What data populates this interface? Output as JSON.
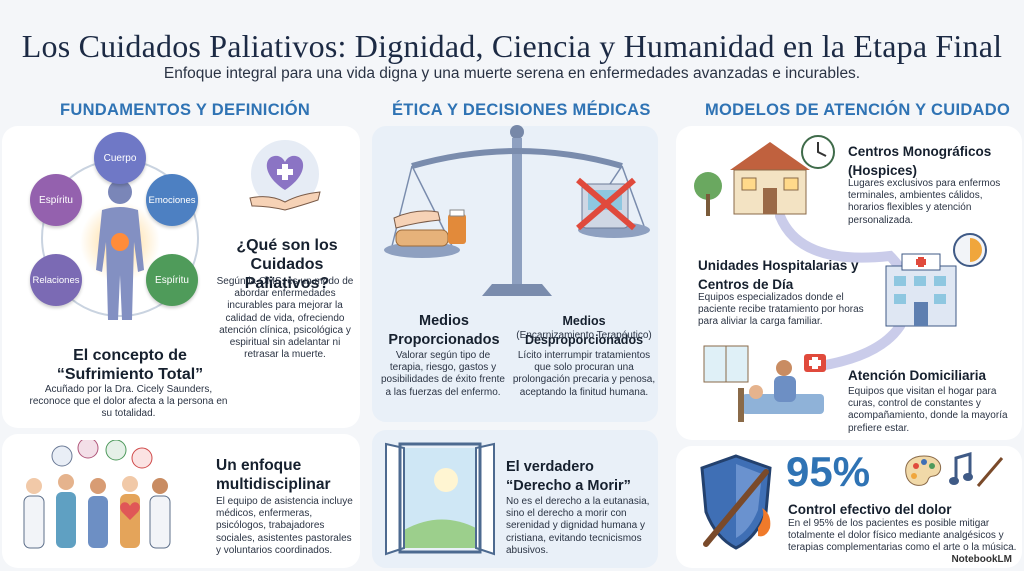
{
  "header": {
    "title": "Los Cuidados Paliativos: Dignidad, Ciencia y Humanidad en la Etapa Final",
    "subtitle": "Enfoque integral para una vida digna y una muerte serena en enfermedades avanzadas e incurables."
  },
  "left": {
    "column_title": "FUNDAMENTOS Y DEFINICIÓN",
    "circles": [
      "Cuerpo",
      "Espíritu",
      "Emociones",
      "Relaciones",
      "Espíritu"
    ],
    "concept_title": "El concepto de “Sufrimiento Total”",
    "concept_body": "Acuñado por la Dra. Cicely Saunders, reconoce que el dolor afecta a la persona en su totalidad.",
    "what_title": "¿Qué son los Cuidados Paliativos?",
    "what_body": "Según la OMS, es un modo de abordar enfermedades incurables para mejorar la calidad de vida, ofreciendo atención clínica, psicológica y espiritual sin adelantar ni retrasar la muerte.",
    "multi_title": "Un enfoque multidisciplinar",
    "multi_body": "El equipo de asistencia incluye médicos, enfermeras, psicólogos, trabajadores sociales, asistentes pastorales y voluntarios coordinados."
  },
  "middle": {
    "column_title": "ÉTICA Y DECISIONES MÉDICAS",
    "prop_title": "Medios Proporcionados",
    "prop_body": "Valorar según tipo de terapia, riesgo, gastos y posibilidades de éxito frente a las fuerzas del enfermo.",
    "disprop_title": "Medios Desproporcionados",
    "disprop_subtitle": "(Encarnizamiento Terapéutico)",
    "disprop_body": "Lícito interrumpir tratamientos que solo procuran una prolongación precaria y penosa, aceptando la finitud humana.",
    "right_title": "El verdadero “Derecho a Morir”",
    "right_body": "No es el derecho a la eutanasia, sino el derecho a morir con serenidad y dignidad humana y cristiana, evitando tecnicismos abusivos."
  },
  "right": {
    "column_title": "MODELOS DE ATENCIÓN Y CUIDADO",
    "hospice_title": "Centros Monográficos (Hospices)",
    "hospice_body": "Lugares exclusivos para enfermos terminales, ambientes cálidos, horarios flexibles y atención personalizada.",
    "units_title": "Unidades Hospitalarias y Centros de Día",
    "units_body": "Equipos especializados donde el paciente recibe tratamiento por horas para aliviar la carga familiar.",
    "home_title": "Atención Domiciliaria",
    "home_body": "Equipos que visitan el hogar para curas, control de constantes y acompañamiento, donde la mayoría prefiere estar.",
    "stat_value": "95%",
    "stat_title": "Control efectivo del dolor",
    "stat_body": "En el 95% de los pacientes es posible mitigar totalmente el dolor físico mediante analgésicos y terapias complementarias como el arte o la música."
  },
  "footer": {
    "brand": "NotebookLM"
  },
  "colors": {
    "accent": "#2f73b4",
    "title": "#1c2a44",
    "purple": "#7b5ba6",
    "green": "#4e9a5c",
    "blue": "#3f6fb5"
  },
  "icons": [
    "heart-hand-icon",
    "human-body-icon",
    "balance-scale-icon",
    "window-icon",
    "house-icon",
    "hospital-icon",
    "home-care-icon",
    "shield-icon",
    "palette-icon",
    "music-note-icon",
    "medical-team-icon"
  ]
}
